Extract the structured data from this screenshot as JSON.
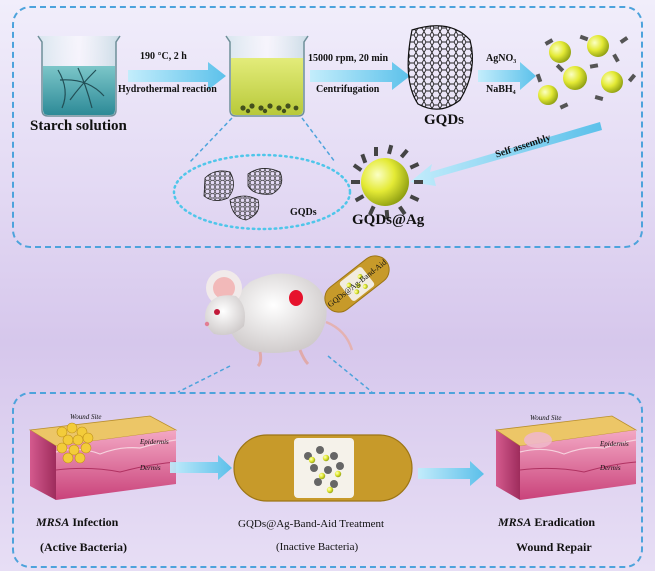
{
  "top": {
    "step1_condition": "190 °C, 2 h",
    "step1_method": "Hydrothermal reaction",
    "step2_condition": "15000 rpm, 20 min",
    "step2_method": "Centrifugation",
    "reagent1": "AgNO₃",
    "reagent2": "NaBH₄",
    "starch_label": "Starch solution",
    "gqds_label": "GQDs",
    "gqds_small_label": "GQDs",
    "self_assembly_label": "Self assembly",
    "product_label": "GQDs@Ag"
  },
  "middle": {
    "bandaid_label": "GQDs@Ag-Band-Aid"
  },
  "bottom": {
    "skin_label_wound": "Wound Site",
    "skin_label_epidermis": "Epidermis",
    "skin_label_dermis": "Dermis",
    "left_title_italic": "MRSA",
    "left_title_rest": " Infection",
    "left_subtitle": "(Active Bacteria)",
    "center_title": "GQDs@Ag-Band-Aid Treatment",
    "center_subtitle": "(Inactive Bacteria)",
    "right_title_italic": "MRSA",
    "right_title_rest": " Eradication",
    "right_subtitle": "Wound Repair"
  },
  "colors": {
    "dashed_border": "#4da3dc",
    "arrow": "#5cc8f0",
    "ag_particle": "#e6ec3a",
    "bandaid": "#c79a2a",
    "skin_top": "#e8c86a",
    "skin_body": "#e07aa3"
  }
}
